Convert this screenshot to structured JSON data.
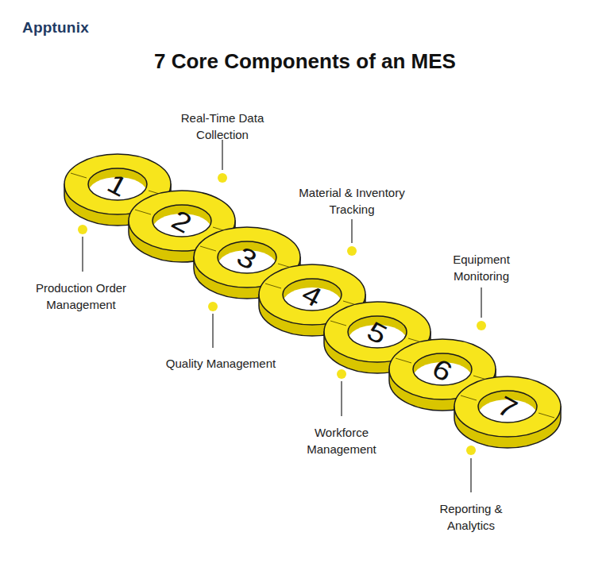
{
  "diagram": {
    "title": "7 Core Components of an MES",
    "nodes": [
      {
        "text": [
          "1"
        ]
      },
      {
        "text": [
          "2"
        ]
      },
      {
        "text": [
          "3"
        ]
      },
      {
        "text": [
          "4"
        ]
      },
      {
        "text": [
          "5"
        ]
      },
      {
        "text": [
          "6"
        ]
      },
      {
        "text": [
          "7"
        ]
      }
    ],
    "labels": [
      "Apptunix",
      "Production Order Management",
      "Real-Time Data Collection",
      "Quality Management",
      "Material & Inventory Tracking",
      "Workforce Management",
      "Equipment Monitoring",
      "Reporting & Analytics"
    ]
  }
}
